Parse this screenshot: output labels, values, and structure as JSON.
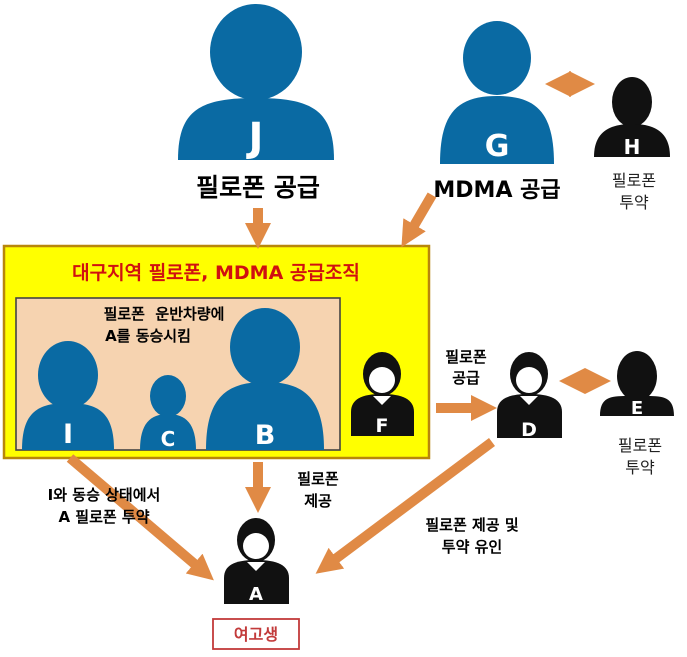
{
  "colors": {
    "silhouette_blue": "#0a6aa3",
    "silhouette_black": "#111111",
    "arrow_orange": "#e08a45",
    "org_box_fill": "#ffff00",
    "org_box_border": "#b8860b",
    "vehicle_fill": "#f6d3b0",
    "title_red": "#d01010",
    "badge_border": "#c23a3a",
    "badge_text": "#c23a3a"
  },
  "nodes": {
    "J": {
      "letter": "J",
      "caption": "필로폰 공급"
    },
    "G": {
      "letter": "G",
      "caption": "MDMA 공급"
    },
    "H": {
      "letter": "H",
      "caption_line1": "필로폰",
      "caption_line2": "투약"
    },
    "I": {
      "letter": "I"
    },
    "C": {
      "letter": "C"
    },
    "B": {
      "letter": "B"
    },
    "F": {
      "letter": "F"
    },
    "D": {
      "letter": "D"
    },
    "E": {
      "letter": "E",
      "caption_line1": "필로폰",
      "caption_line2": "투약"
    },
    "A": {
      "letter": "A"
    }
  },
  "org_box": {
    "title": "대구지역 필로폰, MDMA 공급조직"
  },
  "vehicle": {
    "line1": "필로폰  운반차량에",
    "line2": "A를 동승시킴"
  },
  "edges": {
    "f_to_d": {
      "line1": "필로폰",
      "line2": "공급"
    },
    "b_to_a": {
      "line1": "필로폰",
      "line2": "제공"
    },
    "i_to_a": {
      "line1": "I와 동승 상태에서",
      "line2": "A 필로폰 투약"
    },
    "d_to_a": {
      "line1": "필로폰 제공 및",
      "line2": "투약 유인"
    }
  },
  "badge": {
    "text": "여고생"
  }
}
